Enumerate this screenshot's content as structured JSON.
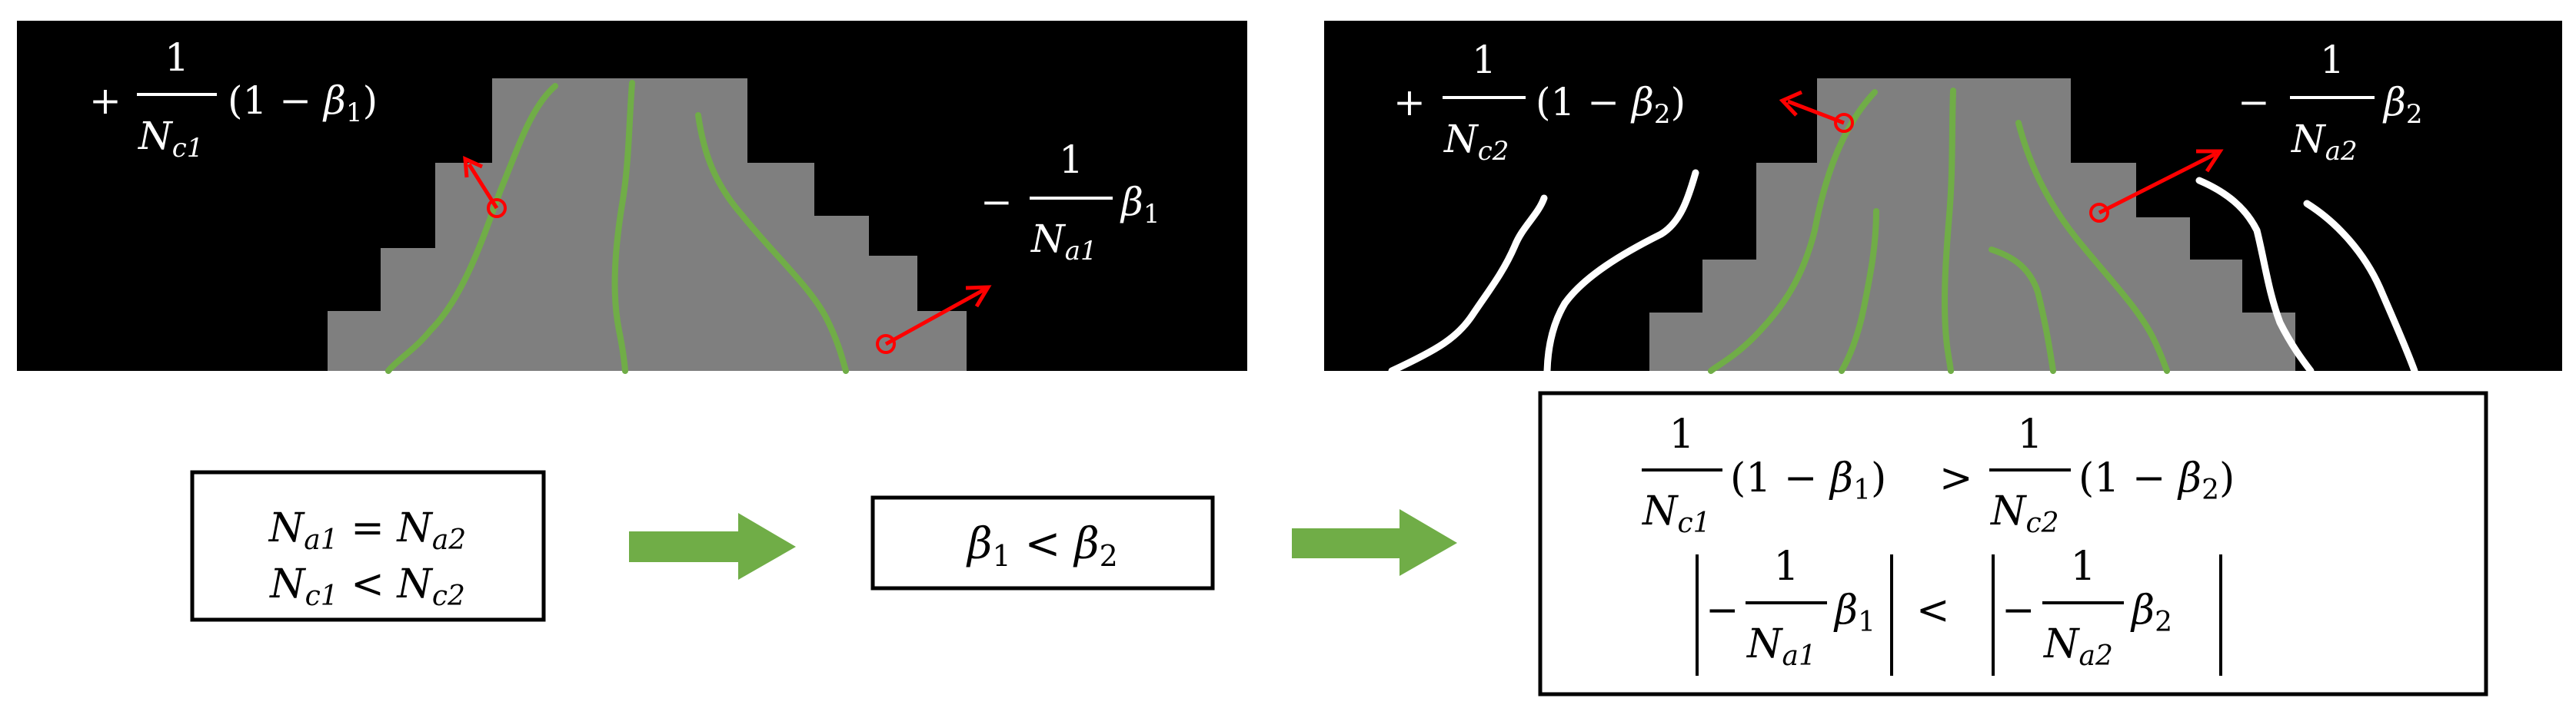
{
  "colors": {
    "panel_bg": "#000000",
    "tree_gray": "#7f7f7f",
    "green_line": "#70ad47",
    "white_line": "#ffffff",
    "red": "#ff0000",
    "arrow_green": "#70ad47",
    "box_border": "#000000"
  },
  "panel1": {
    "label_gain": {
      "sign": "+",
      "num": "1",
      "den_var": "N",
      "den_sub": "c1",
      "paren_open": "(1 −",
      "beta": "β",
      "beta_sub": "1",
      "paren_close": ")"
    },
    "label_loss": {
      "sign": "−",
      "num": "1",
      "den_var": "N",
      "den_sub": "a1",
      "beta": "β",
      "beta_sub": "1"
    }
  },
  "panel2": {
    "label_gain": {
      "sign": "+",
      "num": "1",
      "den_var": "N",
      "den_sub": "c2",
      "paren_open": "(1 −",
      "beta": "β",
      "beta_sub": "2",
      "paren_close": ")"
    },
    "label_loss": {
      "sign": "−",
      "num": "1",
      "den_var": "N",
      "den_sub": "a2",
      "beta": "β",
      "beta_sub": "2"
    }
  },
  "box1": {
    "line1": {
      "lhs_var": "N",
      "lhs_sub": "a1",
      "op": "=",
      "rhs_var": "N",
      "rhs_sub": "a2"
    },
    "line2": {
      "lhs_var": "N",
      "lhs_sub": "c1",
      "op": "<",
      "rhs_var": "N",
      "rhs_sub": "c2"
    }
  },
  "box2": {
    "lhs": "β",
    "lhs_sub": "1",
    "op": "<",
    "rhs": "β",
    "rhs_sub": "2"
  },
  "box3": {
    "line1": {
      "num": "1",
      "left_den_var": "N",
      "left_den_sub": "c1",
      "left_paren": "(1 −",
      "left_beta": "β",
      "left_beta_sub": "1",
      "left_close": ")",
      "op": ">",
      "right_den_var": "N",
      "right_den_sub": "c2",
      "right_paren": "(1 −",
      "right_beta": "β",
      "right_beta_sub": "2",
      "right_close": ")"
    },
    "line2": {
      "sign": "−",
      "num": "1",
      "left_den_var": "N",
      "left_den_sub": "a1",
      "left_beta": "β",
      "left_beta_sub": "1",
      "op": "<",
      "right_den_var": "N",
      "right_den_sub": "a2",
      "right_beta": "β",
      "right_beta_sub": "2"
    }
  }
}
